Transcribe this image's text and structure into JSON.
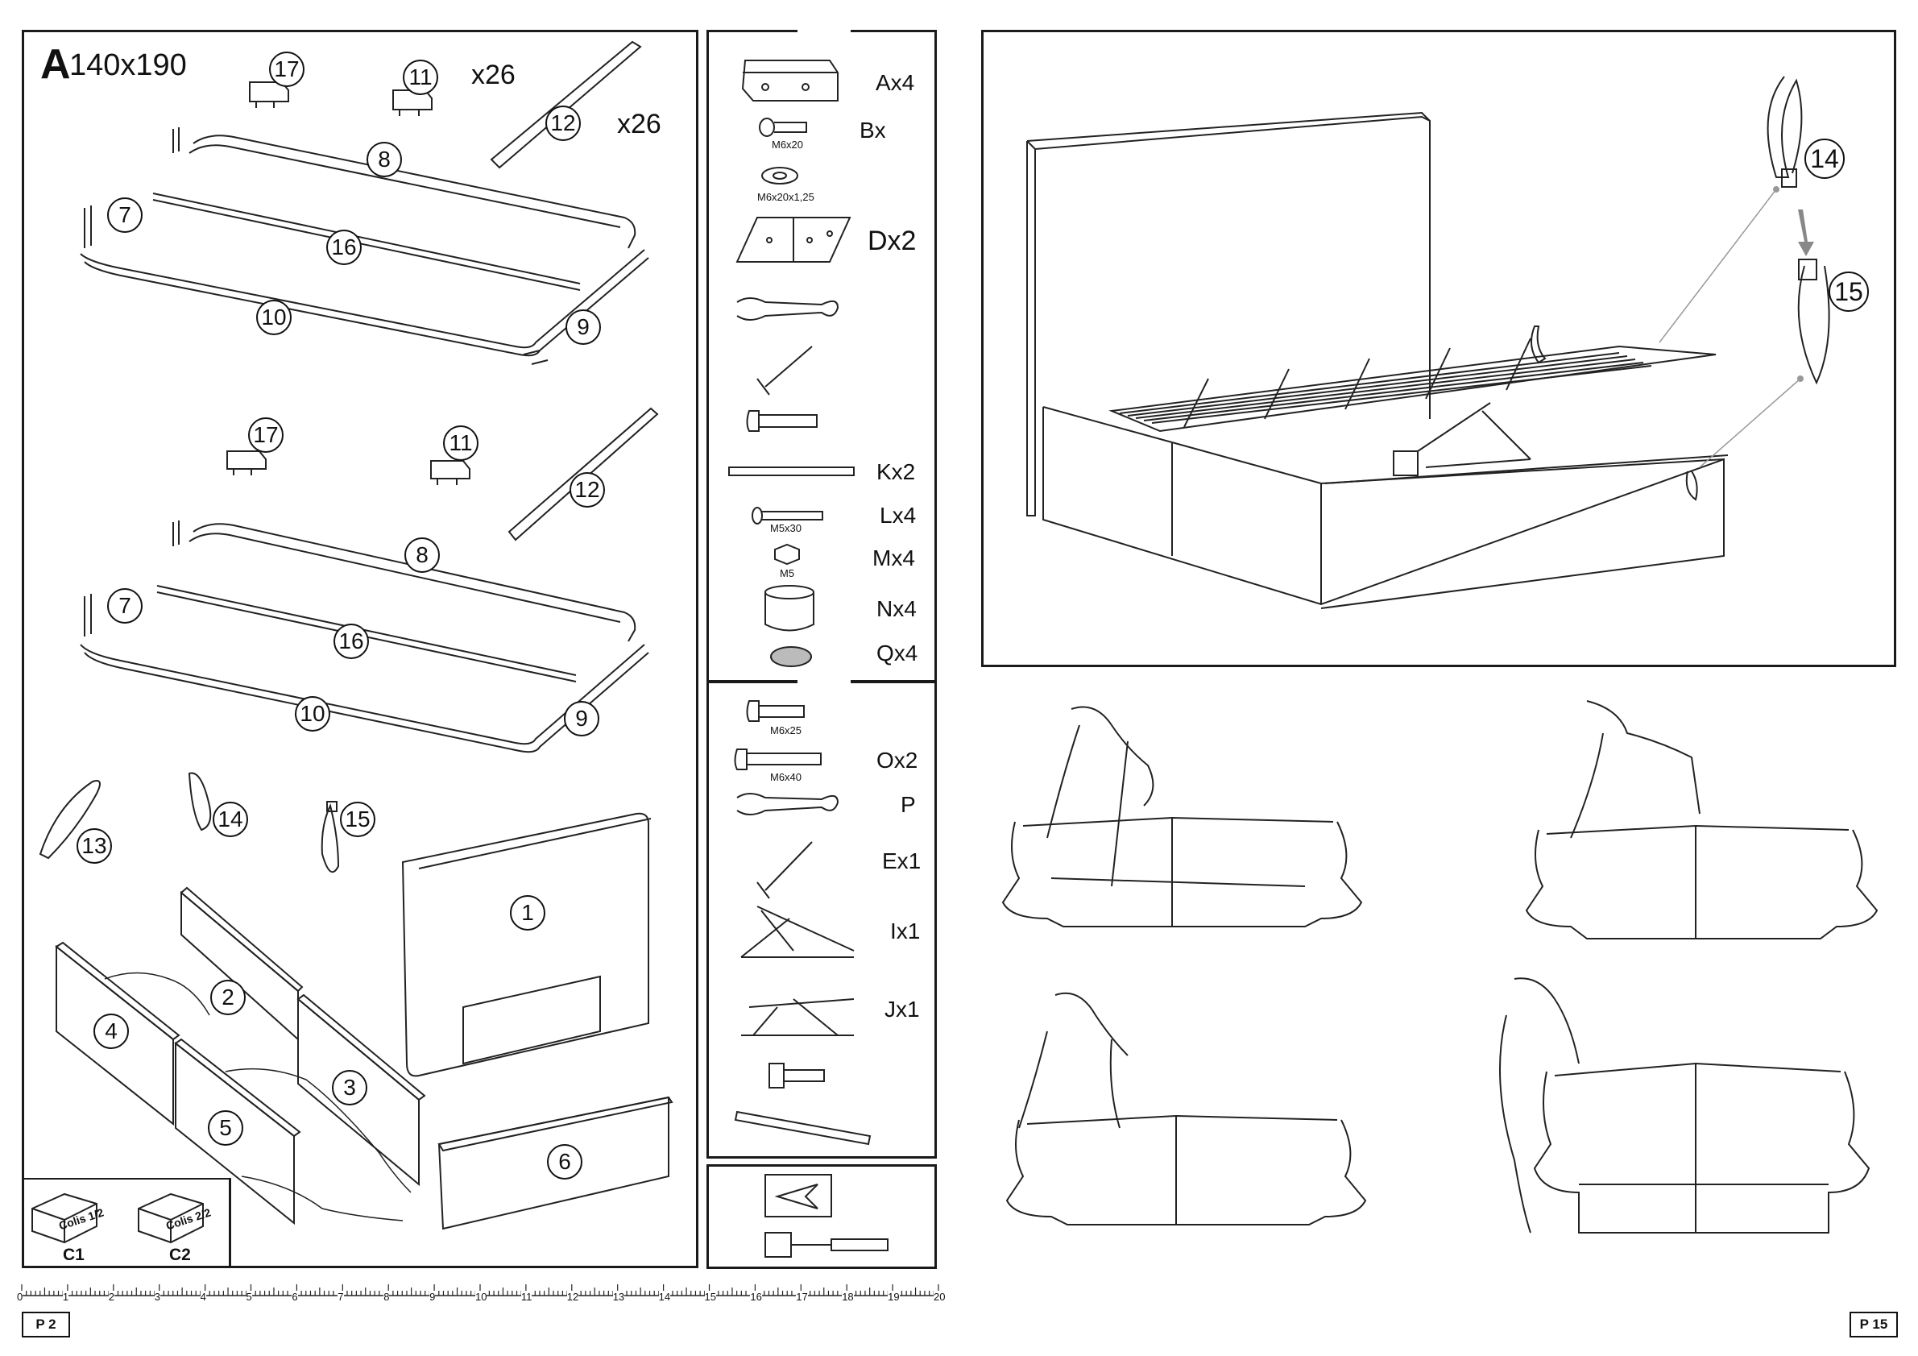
{
  "left_page": {
    "title_letter": "A",
    "title_size": "140x190",
    "qty_slat_holders": "x26",
    "qty_slats": "x26",
    "part_numbers": [
      "17",
      "11",
      "12",
      "8",
      "7",
      "16",
      "10",
      "9",
      "17",
      "11",
      "12",
      "8",
      "7",
      "16",
      "10",
      "9",
      "13",
      "14",
      "15",
      "1",
      "2",
      "4",
      "3",
      "5",
      "6"
    ],
    "packages": [
      {
        "box_text": "Colis 1/2",
        "code": "C1"
      },
      {
        "box_text": "Colis 2/2",
        "code": "C2"
      }
    ],
    "page_number": "P 2",
    "ruler_labels": [
      "0",
      "1",
      "2",
      "3",
      "4",
      "5",
      "6",
      "7",
      "8",
      "9",
      "10",
      "11",
      "12",
      "13",
      "14",
      "15",
      "16",
      "17",
      "18",
      "19",
      "20"
    ]
  },
  "hardware": {
    "upper": [
      {
        "code": "Ax4"
      },
      {
        "code": "Bx",
        "size": "M6x20"
      },
      {
        "size": "M6x20x1,25"
      },
      {
        "code": "Dx2"
      },
      {
        "code": "Kx2"
      },
      {
        "code": "Lx4",
        "size": "M5x30"
      },
      {
        "code": "Mx4",
        "size": "M5"
      },
      {
        "code": "Nx4"
      },
      {
        "code": "Qx4"
      }
    ],
    "lower": [
      {
        "size": "M6x25"
      },
      {
        "code": "Ox2",
        "size": "M6x40"
      },
      {
        "code": "P"
      },
      {
        "code": "Ex1"
      },
      {
        "code": "Ix1"
      },
      {
        "code": "Jx1"
      }
    ]
  },
  "right_page": {
    "part_numbers": [
      "14",
      "15"
    ],
    "page_number": "P 15"
  }
}
